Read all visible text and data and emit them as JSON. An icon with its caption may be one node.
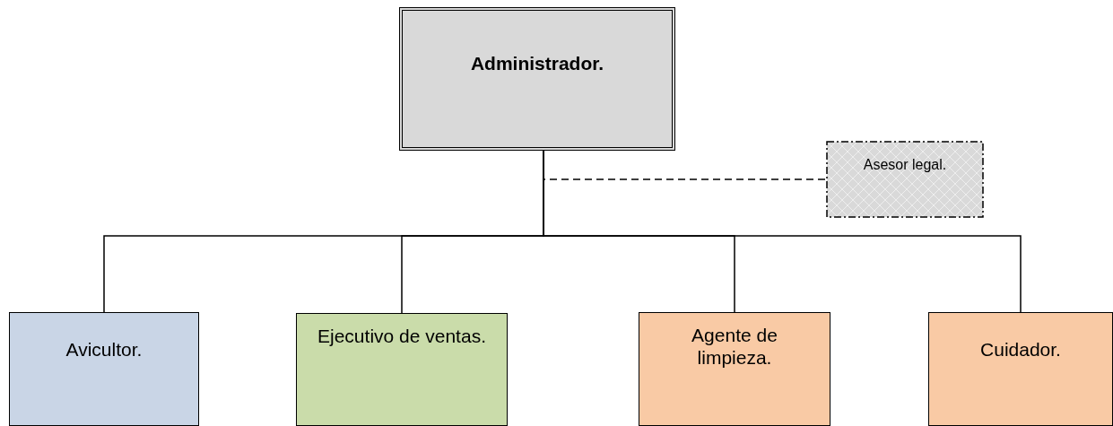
{
  "diagram": {
    "nodes": [
      {
        "text": [
          "Administrador."
        ]
      },
      {
        "text": [
          "Asesor legal."
        ]
      },
      {
        "text": [
          "Avicultor."
        ]
      },
      {
        "text": [
          "Ejecutivo de ventas."
        ]
      },
      {
        "text": [
          "Agente de limpieza."
        ]
      },
      {
        "text": [
          "Cuidador."
        ]
      }
    ],
    "edges": [
      {
        "from": 0,
        "to": 1,
        "arrow": "none",
        "style": "dashed"
      },
      {
        "from": 0,
        "to": 2,
        "arrow": "none"
      },
      {
        "from": 0,
        "to": 3,
        "arrow": "none"
      },
      {
        "from": 0,
        "to": 4,
        "arrow": "none"
      },
      {
        "from": 0,
        "to": 5,
        "arrow": "none"
      }
    ]
  }
}
